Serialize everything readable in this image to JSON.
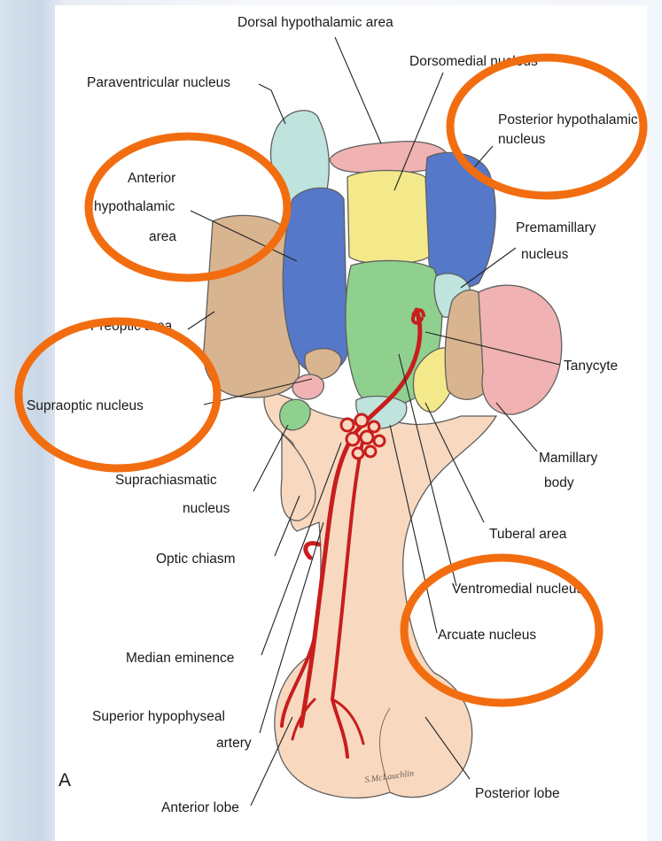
{
  "figure": {
    "panel_letter": "A",
    "artist_signature": "S.McLauchlin",
    "labels": {
      "dorsal_hypothalamic_area": "Dorsal hypothalamic area",
      "dorsomedial_nucleus": "Dorsomedial nucleus",
      "paraventricular_nucleus": "Paraventricular nucleus",
      "posterior_hypothalamic_nucleus_l1": "Posterior hypothalamic",
      "posterior_hypothalamic_nucleus_l2": "nucleus",
      "anterior_hypothalamic_area_l1": "Anterior",
      "anterior_hypothalamic_area_l2": "hypothalamic",
      "anterior_hypothalamic_area_l3": "area",
      "premamillary_nucleus_l1": "Premamillary",
      "premamillary_nucleus_l2": "nucleus",
      "preoptic_area": "Preoptic area",
      "tanycyte": "Tanycyte",
      "supraoptic_nucleus": "Supraoptic nucleus",
      "mamillary_body_l1": "Mamillary",
      "mamillary_body_l2": "body",
      "suprachiasmatic_nucleus_l1": "Suprachiasmatic",
      "suprachiasmatic_nucleus_l2": "nucleus",
      "tuberal_area": "Tuberal area",
      "optic_chiasm": "Optic chiasm",
      "ventromedial_nucleus": "Ventromedial nucleus",
      "arcuate_nucleus": "Arcuate nucleus",
      "median_eminence": "Median eminence",
      "superior_hypophyseal_artery_l1": "Superior hypophyseal",
      "superior_hypophyseal_artery_l2": "artery",
      "anterior_lobe": "Anterior lobe",
      "posterior_lobe": "Posterior lobe"
    }
  },
  "colors": {
    "highlight_ring": "#f26d10",
    "blue_nucleus": "#5578c8",
    "yellow_nucleus": "#f3e98a",
    "green_nucleus": "#8fd08f",
    "pink_area": "#f0b2b2",
    "tan_area": "#d9b490",
    "teal_area": "#bfe3dd",
    "artery_red": "#c81e1e",
    "pituitary_skin": "#f8d9c0"
  }
}
